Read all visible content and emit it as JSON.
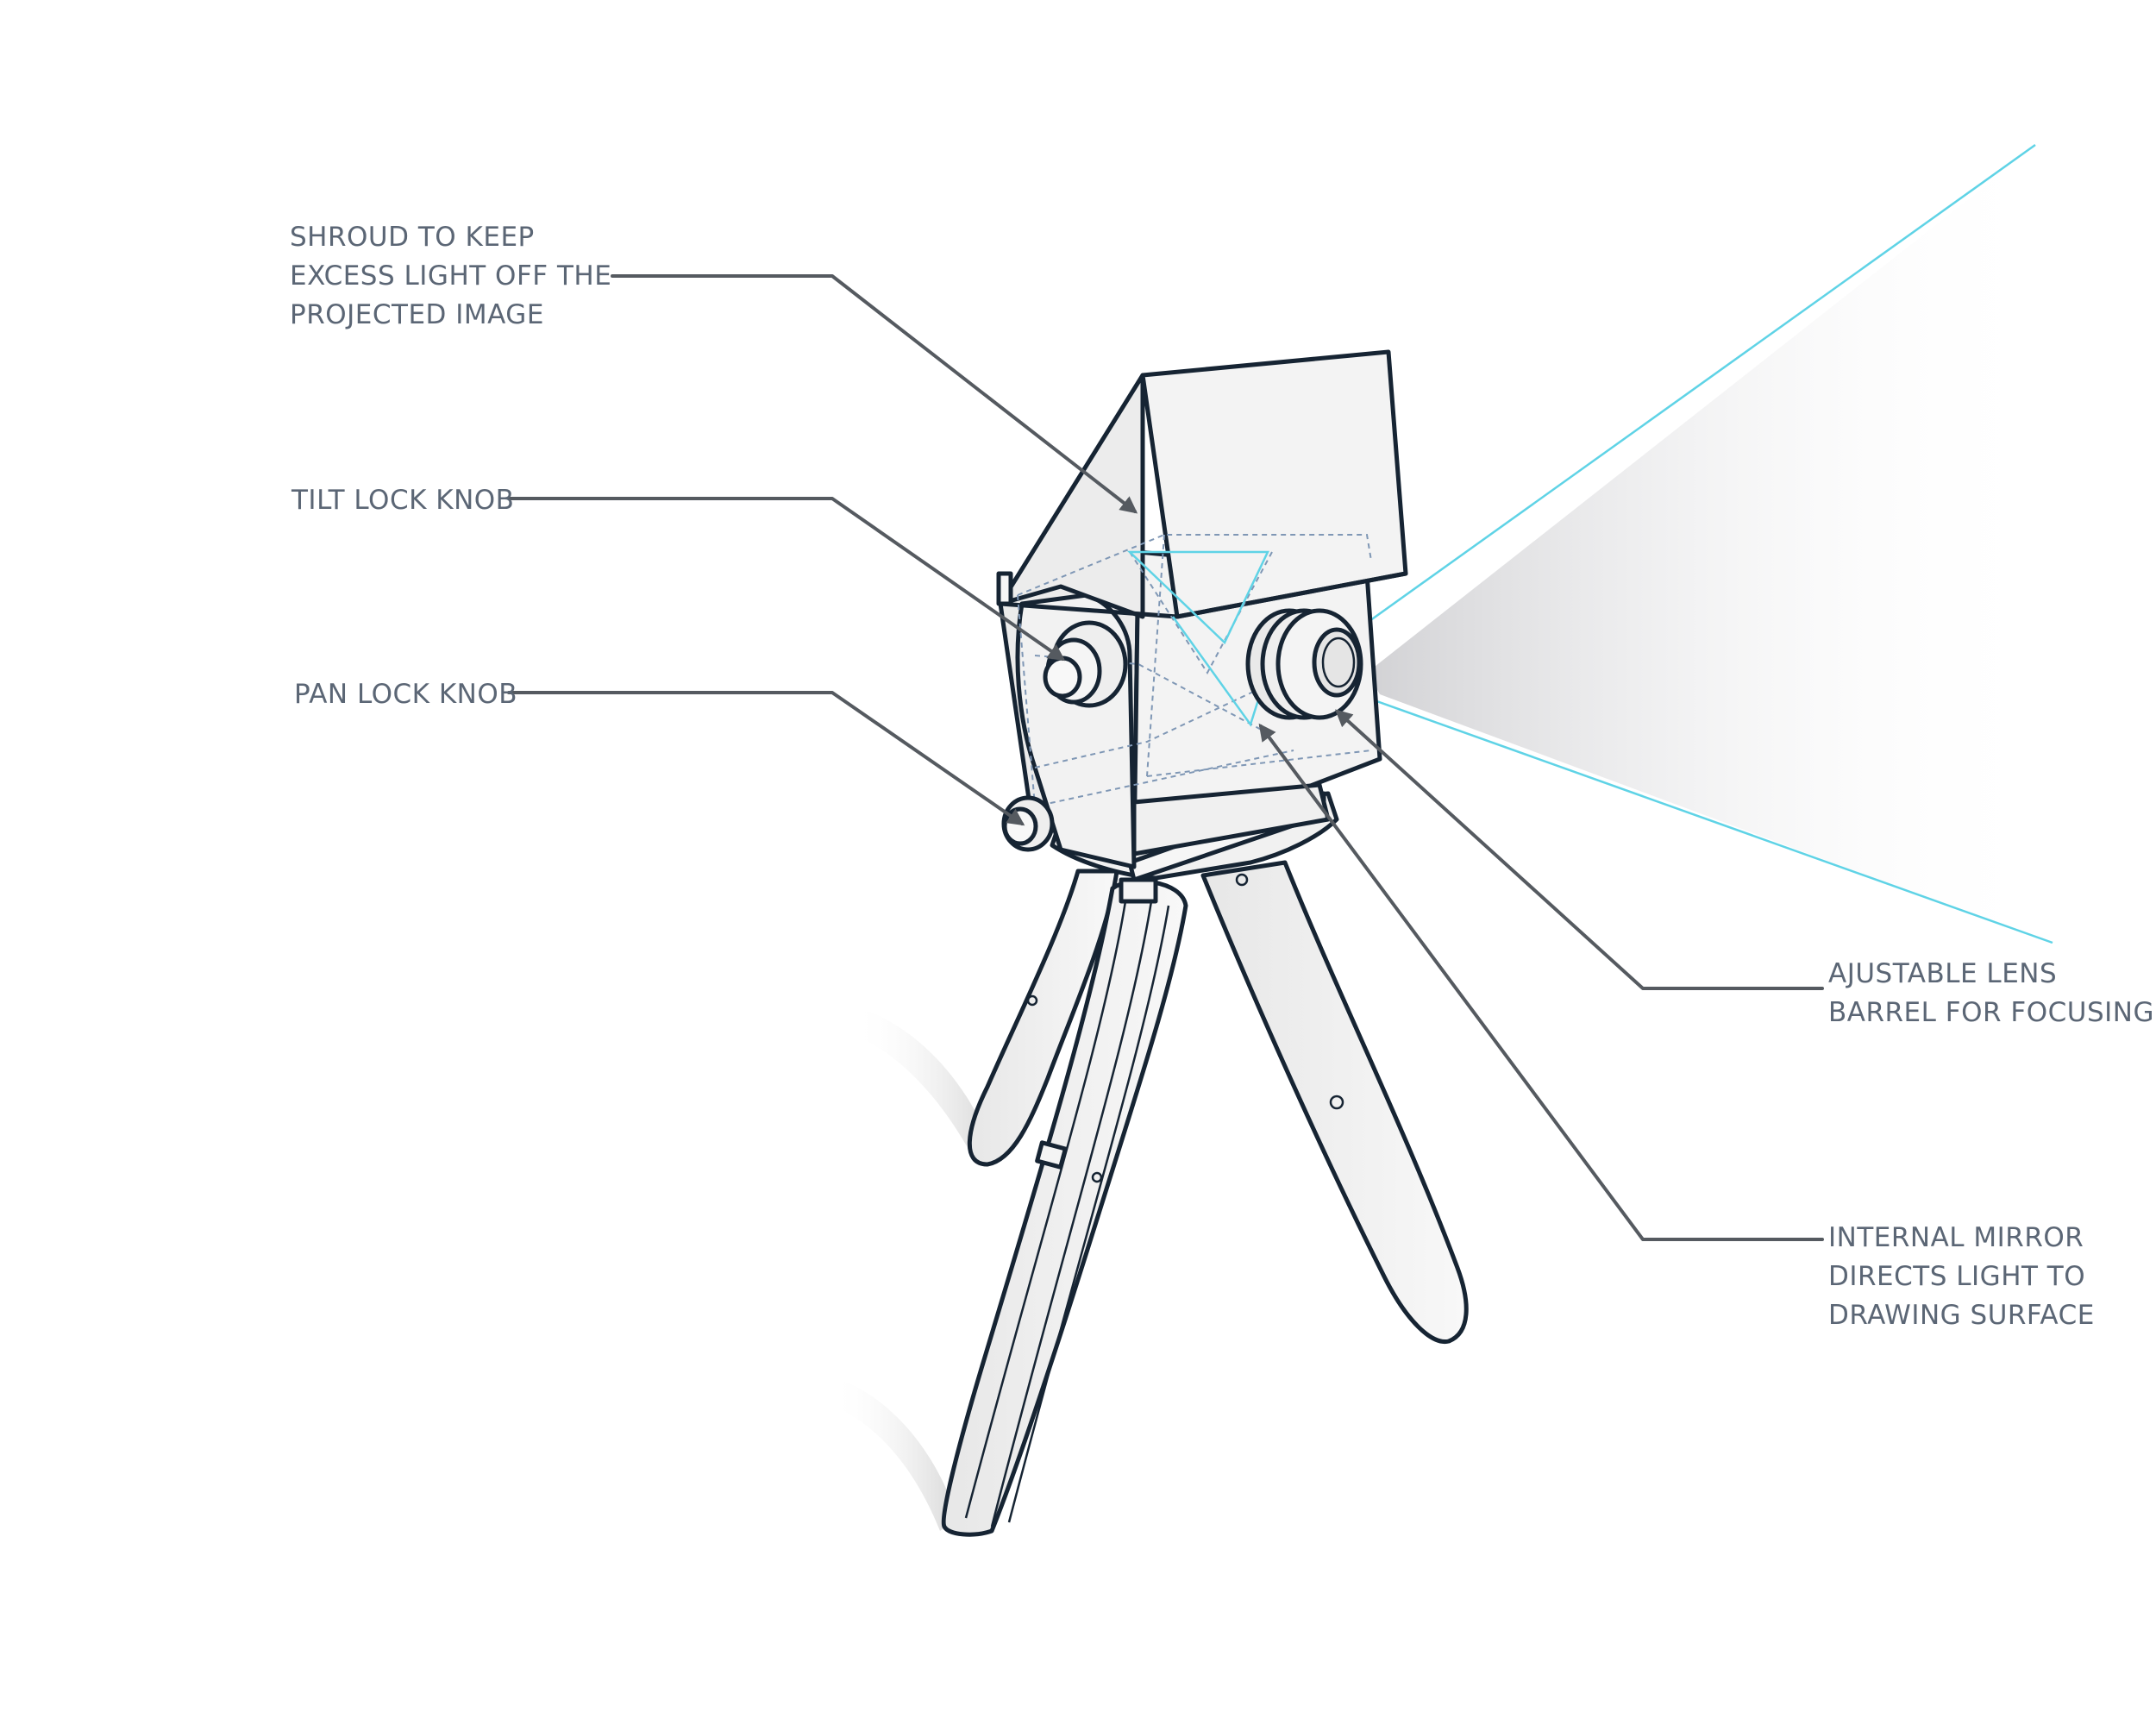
{
  "callouts": {
    "shroud": {
      "line1": "SHROUD TO KEEP",
      "line2": "EXCESS LIGHT OFF THE",
      "line3": "PROJECTED IMAGE"
    },
    "tilt_lock": {
      "line1": "TILT LOCK KNOB"
    },
    "pan_lock": {
      "line1": "PAN LOCK KNOB"
    },
    "lens_barrel": {
      "line1": "AJUSTABLE LENS",
      "line2": "BARREL FOR FOCUSING"
    },
    "mirror": {
      "line1": "INTERNAL MIRROR",
      "line2": "DIRECTS LIGHT TO",
      "line3": "DRAWING SURFACE"
    }
  },
  "colors": {
    "outline": "#162433",
    "body_fill": "#f2f2f2",
    "label_text": "#5b6675",
    "leader_line": "#555a60",
    "light_beam": "#5fd3e6"
  }
}
